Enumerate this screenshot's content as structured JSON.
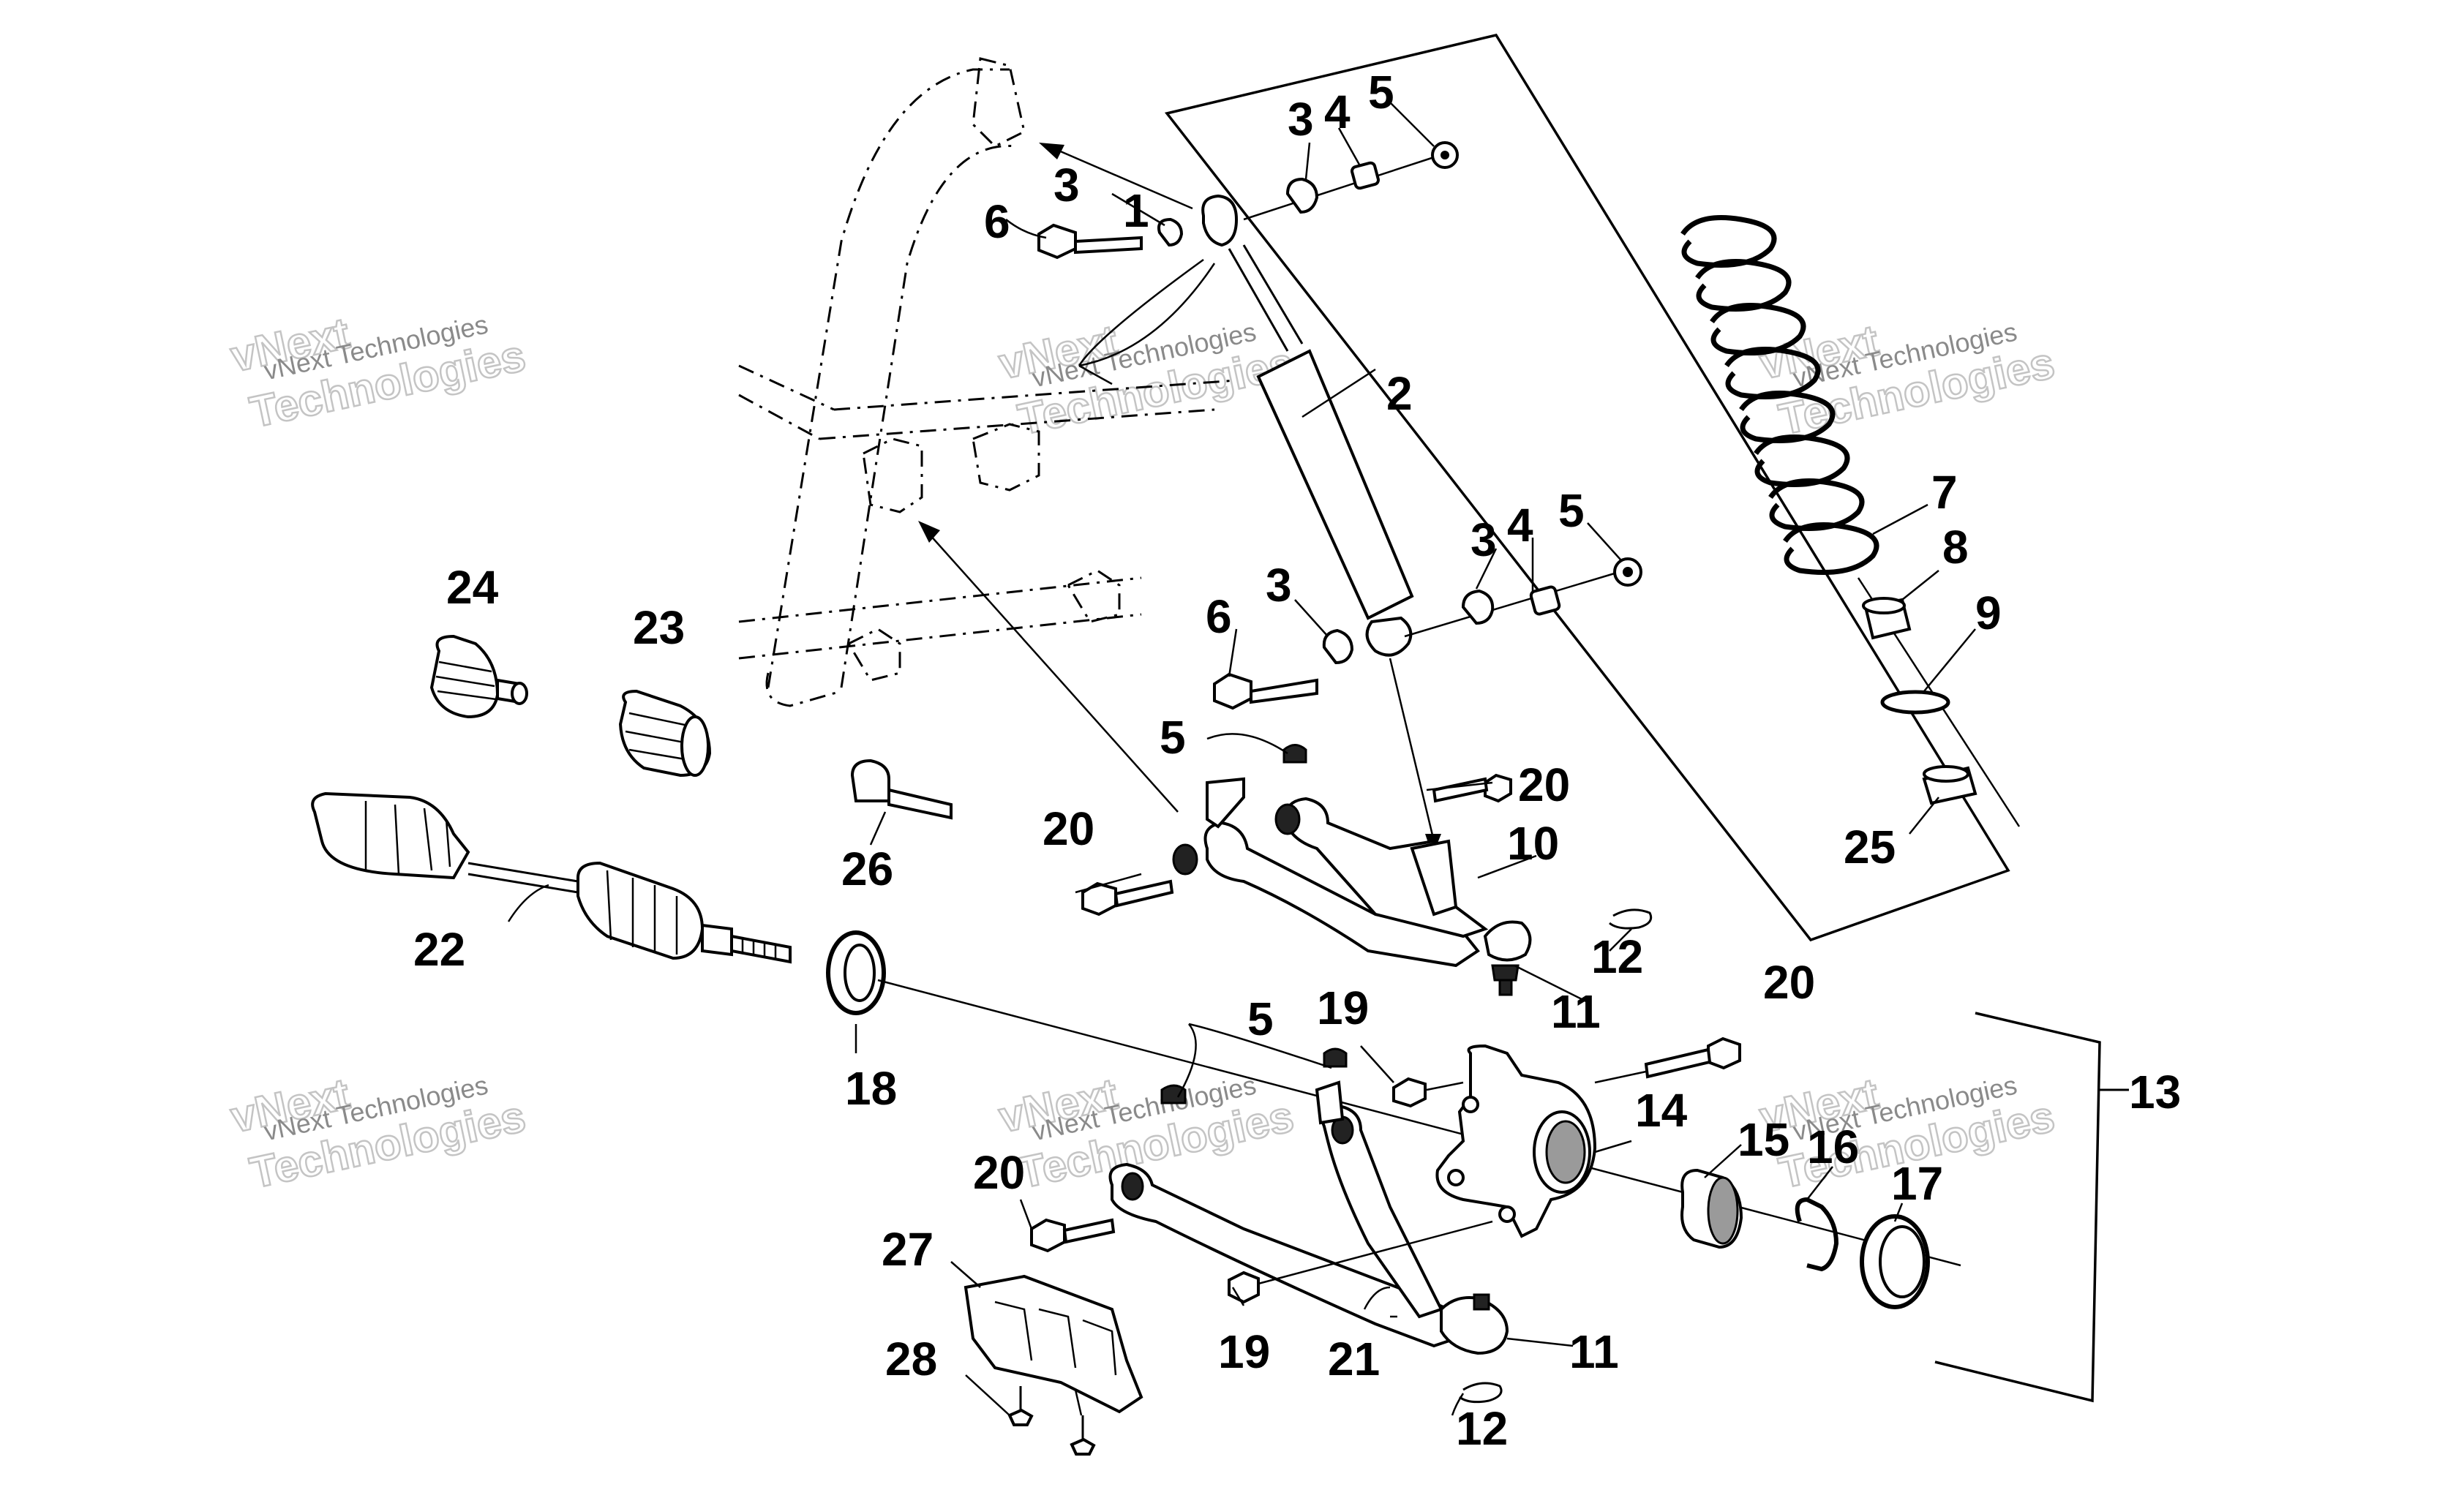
{
  "watermark": {
    "line1": "vNext Technologies",
    "line2": "Technologies",
    "line3": "vNext"
  },
  "callouts": {
    "c1": "1",
    "c2": "2",
    "c3a": "3",
    "c3b": "3",
    "c3c": "3",
    "c3d": "3",
    "c4a": "4",
    "c4b": "4",
    "c5a": "5",
    "c5b": "5",
    "c5c": "5",
    "c5d": "5",
    "c6a": "6",
    "c6b": "6",
    "c7": "7",
    "c8": "8",
    "c9": "9",
    "c10": "10",
    "c11a": "11",
    "c11b": "11",
    "c12a": "12",
    "c12b": "12",
    "c13": "13",
    "c14": "14",
    "c15": "15",
    "c16": "16",
    "c17": "17",
    "c18": "18",
    "c19a": "19",
    "c19b": "19",
    "c20a": "20",
    "c20b": "20",
    "c20c": "20",
    "c20d": "20",
    "c21": "21",
    "c22": "22",
    "c23": "23",
    "c24": "24",
    "c25": "25",
    "c26": "26",
    "c27": "27",
    "c28": "28"
  }
}
